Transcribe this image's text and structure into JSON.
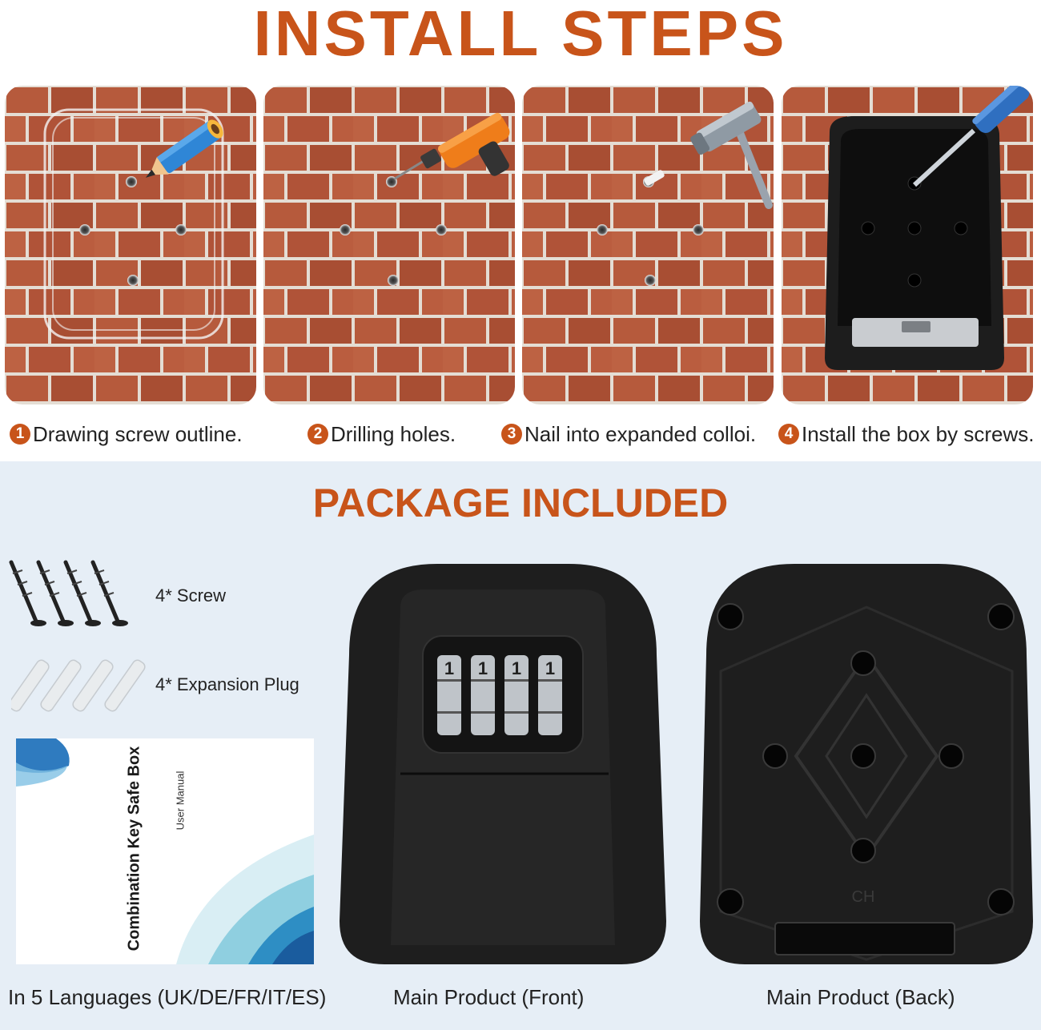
{
  "install": {
    "title": "INSTALL  STEPS",
    "steps": [
      {
        "number": "1",
        "caption": "Drawing screw outline.",
        "tool_icon": "pencil-icon"
      },
      {
        "number": "2",
        "caption": "Drilling holes.",
        "tool_icon": "drill-icon"
      },
      {
        "number": "3",
        "caption": "Nail into expanded colloi.",
        "tool_icon": "hammer-icon"
      },
      {
        "number": "4",
        "caption": "Install the box by screws.",
        "tool_icon": "screwdriver-icon"
      }
    ]
  },
  "package": {
    "title": "PACKAGE INCLUDED",
    "items": [
      {
        "label": "4* Screw",
        "icon": "screw-icon"
      },
      {
        "label": "4* Expansion Plug",
        "icon": "expansion-plug-icon"
      }
    ],
    "manual": {
      "title": "Combination Key Safe Box",
      "subtitle": "User Manual",
      "caption": "In 5 Languages (UK/DE/FR/IT/ES)"
    },
    "front": {
      "caption": "Main Product (Front)",
      "dial_digits": [
        "1",
        "1",
        "1",
        "1"
      ]
    },
    "back": {
      "caption": "Main Product (Back)",
      "mark": "CH"
    }
  },
  "colors": {
    "accent": "#c8541a",
    "brick": "#b5573a",
    "mortar": "#e4ddd4",
    "package_bg": "#e6eef6",
    "box": "#1e1e1e"
  }
}
